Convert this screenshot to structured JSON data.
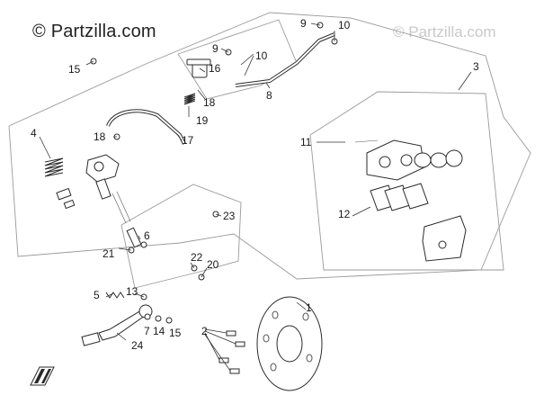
{
  "watermarks": {
    "main": "© Partzilla.com",
    "faint": "© Partzilla.com"
  },
  "callouts": {
    "n1": "1",
    "n2": "2",
    "n3": "3",
    "n4": "4",
    "n5": "5",
    "n6": "6",
    "n7": "7",
    "n8": "8",
    "n9a": "9",
    "n9b": "9",
    "n10a": "10",
    "n10b": "10",
    "n11": "11",
    "n12": "12",
    "n13": "13",
    "n14": "14",
    "n15a": "15",
    "n15b": "15",
    "n16": "16",
    "n17": "17",
    "n18a": "18",
    "n18b": "18",
    "n19": "19",
    "n20": "20",
    "n21": "21",
    "n22": "22",
    "n23": "23",
    "n24": "24"
  },
  "icons": {
    "corner": "front-arrow-icon"
  }
}
